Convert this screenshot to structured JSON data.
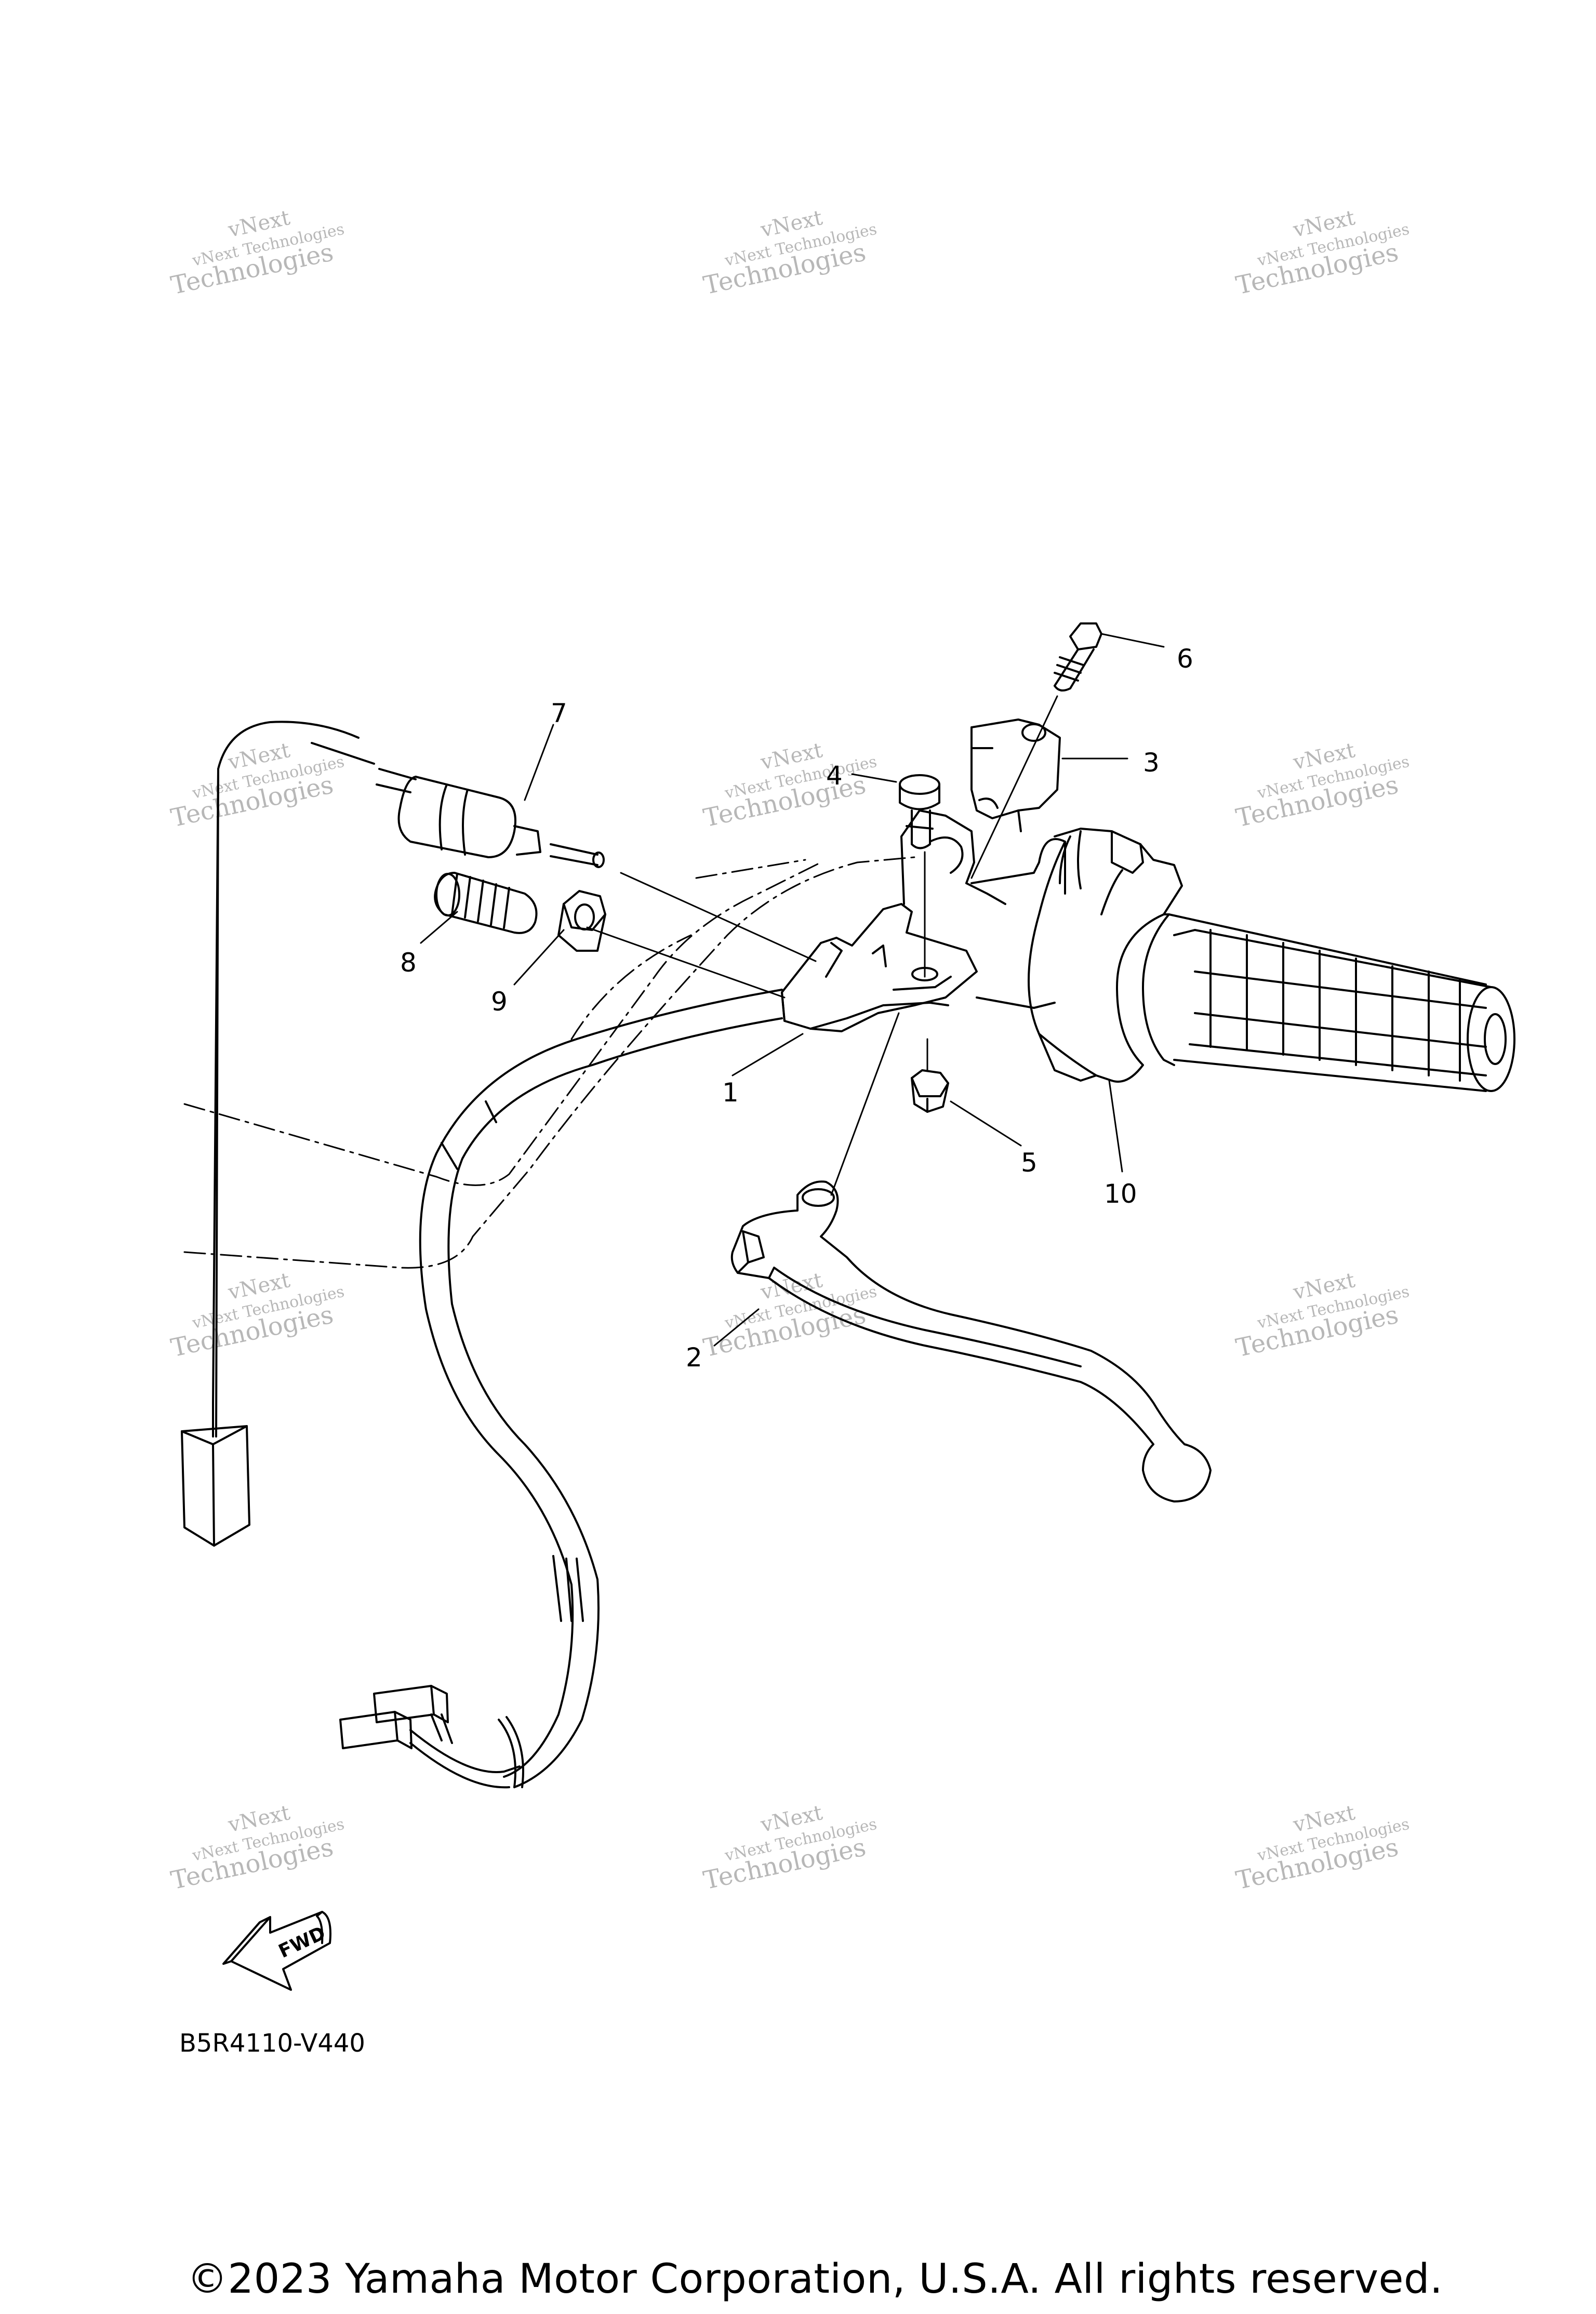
{
  "diagram": {
    "reference_code": "B5R4110-V440",
    "copyright": "©2023 Yamaha Motor Corporation, U.S.A. All rights reserved.",
    "direction_badge": "FWD",
    "watermark": {
      "line1": "vNext",
      "line2": "vNext Technologies",
      "line3": "Technologies"
    },
    "callouts": [
      "1",
      "2",
      "3",
      "4",
      "5",
      "6",
      "7",
      "8",
      "9",
      "10"
    ],
    "parts": [
      {
        "callout": "1",
        "icon": "lever-holder-bracket-icon"
      },
      {
        "callout": "2",
        "icon": "clutch-lever-icon"
      },
      {
        "callout": "3",
        "icon": "holder-clamp-icon"
      },
      {
        "callout": "4",
        "icon": "lever-bolt-icon"
      },
      {
        "callout": "5",
        "icon": "nut-icon"
      },
      {
        "callout": "6",
        "icon": "clamp-bolt-icon"
      },
      {
        "callout": "7",
        "icon": "clutch-switch-icon"
      },
      {
        "callout": "8",
        "icon": "cable-adjuster-icon"
      },
      {
        "callout": "9",
        "icon": "lock-nut-icon"
      },
      {
        "callout": "10",
        "icon": "handlebar-switch-grip-icon"
      }
    ],
    "colors": {
      "line": "#000000",
      "background": "#ffffff",
      "watermark": "#9a9a9a"
    }
  }
}
